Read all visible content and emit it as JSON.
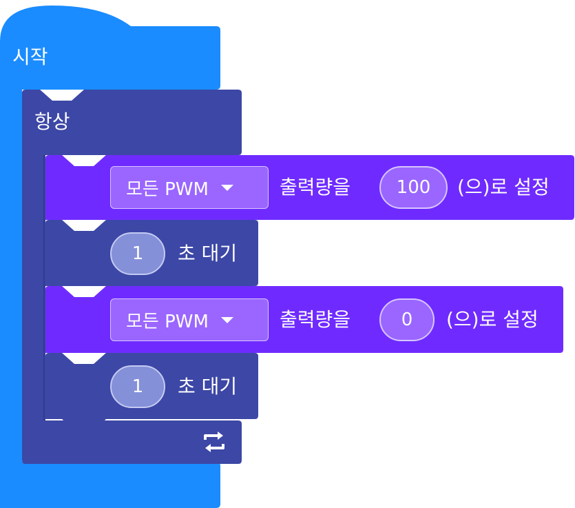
{
  "start_block": {
    "label": "시작",
    "color": "#1a8cff"
  },
  "forever_block": {
    "label": "항상",
    "color": "#3c47a6",
    "repeat_icon": "repeat-icon"
  },
  "steps": [
    {
      "type": "set_pwm",
      "dropdown": "모든 PWM",
      "prefix": "출력량을",
      "value": "100",
      "suffix": "(으)로 설정",
      "color": "#6f2bff"
    },
    {
      "type": "wait",
      "value": "1",
      "label": "초 대기",
      "color": "#3c47a6"
    },
    {
      "type": "set_pwm",
      "dropdown": "모든 PWM",
      "prefix": "출력량을",
      "value": "0",
      "suffix": "(으)로 설정",
      "color": "#6f2bff"
    },
    {
      "type": "wait",
      "value": "1",
      "label": "초 대기",
      "color": "#3c47a6"
    }
  ]
}
